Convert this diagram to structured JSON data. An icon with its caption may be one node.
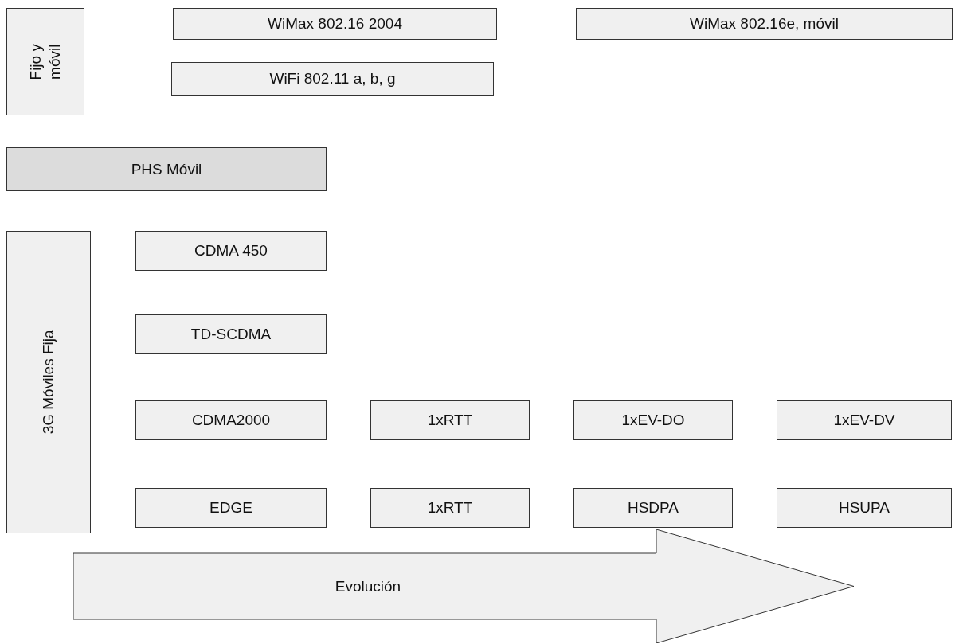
{
  "diagram": {
    "nodes": [
      {
        "text": [
          "Fijo y móvil"
        ]
      },
      {
        "text": [
          "WiMax 802.16 2004"
        ]
      },
      {
        "text": [
          "WiMax 802.16e, móvil"
        ]
      },
      {
        "text": [
          "WiFi 802.11 a, b, g"
        ]
      },
      {
        "text": [
          "PHS Móvil"
        ]
      },
      {
        "text": [
          "3G Móviles Fija"
        ]
      },
      {
        "text": [
          "CDMA 450"
        ]
      },
      {
        "text": [
          "TD-SCDMA"
        ]
      },
      {
        "text": [
          "CDMA2000"
        ]
      },
      {
        "text": [
          "1xRTT"
        ]
      },
      {
        "text": [
          "1xEV-DO"
        ]
      },
      {
        "text": [
          "1xEV-DV"
        ]
      },
      {
        "text": [
          "EDGE"
        ]
      },
      {
        "text": [
          "1xRTT"
        ]
      },
      {
        "text": [
          "HSDPA"
        ]
      },
      {
        "text": [
          "HSUPA"
        ]
      },
      {
        "text": [
          "Evolución"
        ]
      }
    ],
    "edges": []
  }
}
